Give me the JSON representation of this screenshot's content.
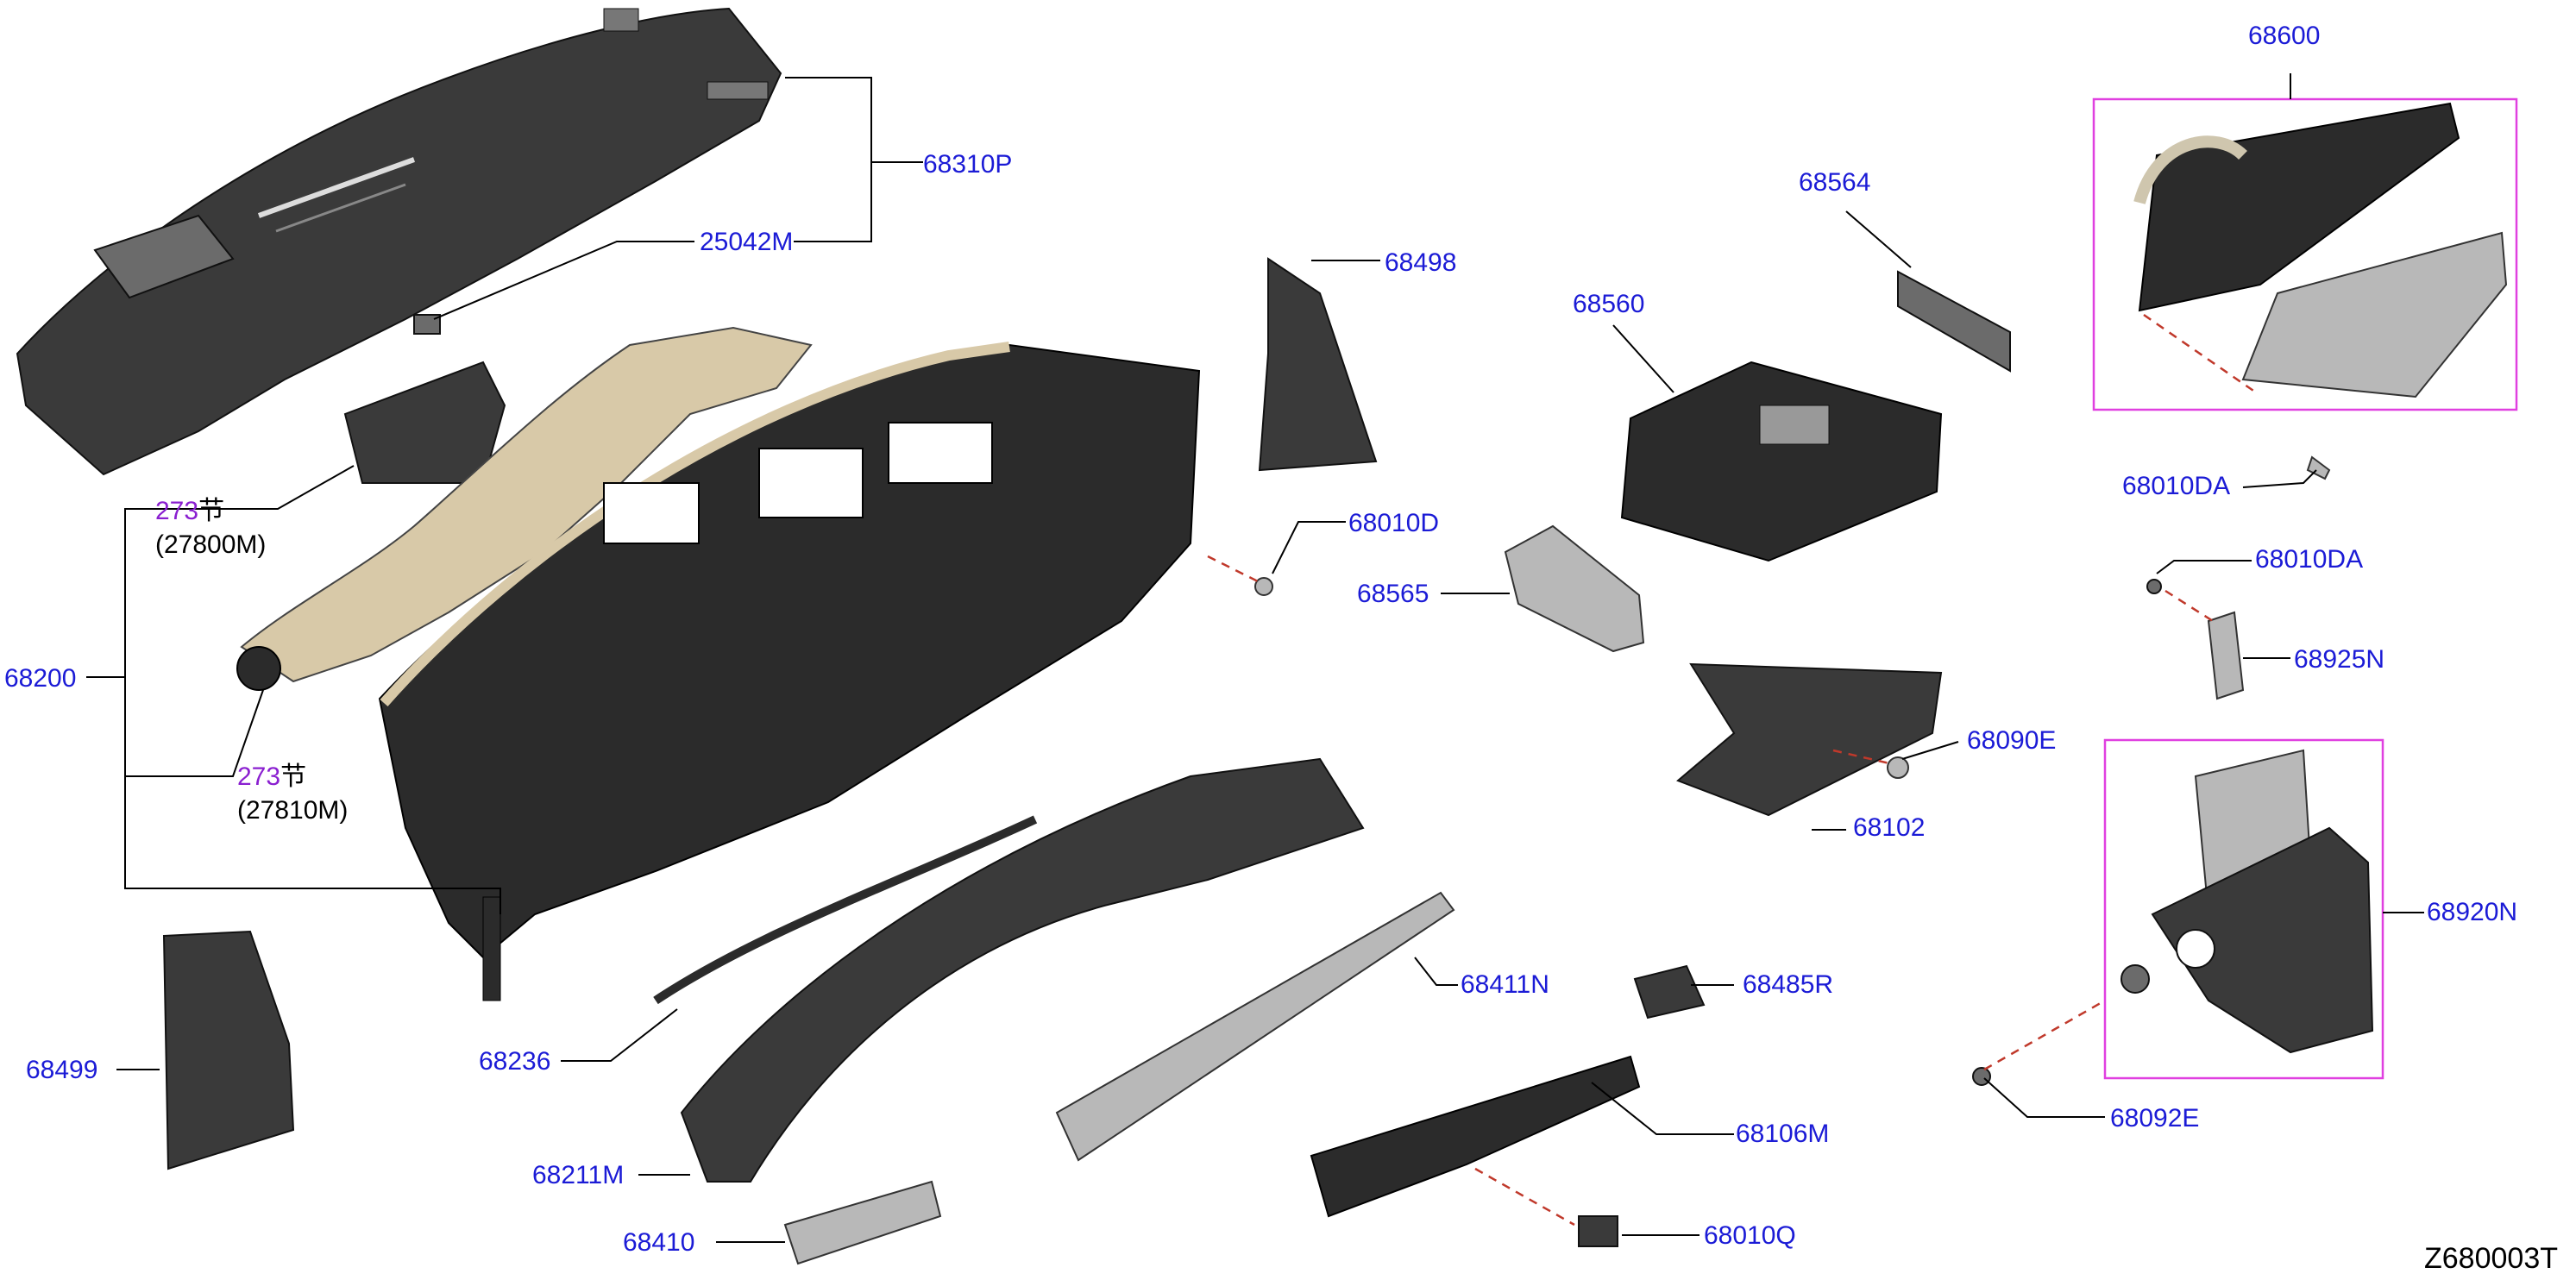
{
  "labels": {
    "p68310P": "68310P",
    "p25042M": "25042M",
    "p27800M_num": "273",
    "p27800M_char": "节",
    "p27800M_code": "(27800M)",
    "p68200": "68200",
    "p27810M_num": "273",
    "p27810M_char": "节",
    "p27810M_code": "(27810M)",
    "p68498": "68498",
    "p68010D": "68010D",
    "p68564": "68564",
    "p68560": "68560",
    "p68565": "68565",
    "p68600": "68600",
    "p68010DA_1": "68010DA",
    "p68010DA_2": "68010DA",
    "p68925N": "68925N",
    "p68090E": "68090E",
    "p68102": "68102",
    "p68920N": "68920N",
    "p68499": "68499",
    "p68236": "68236",
    "p68411N": "68411N",
    "p68485R": "68485R",
    "p68211M": "68211M",
    "p68106M": "68106M",
    "p68092E": "68092E",
    "p68410": "68410",
    "p68010Q": "68010Q"
  },
  "diagram_code": "Z680003T",
  "colors": {
    "label": "#1b1bd6",
    "highlight_number": "#8a1fd0",
    "group_box": "#e040e0",
    "dashed_lead": "#c0392b"
  }
}
